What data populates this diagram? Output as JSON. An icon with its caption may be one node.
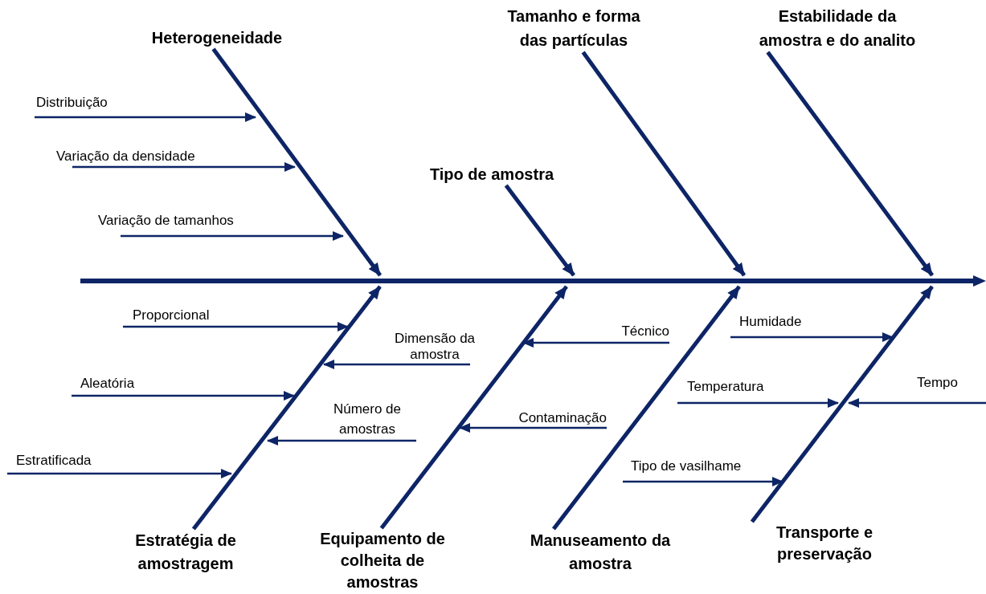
{
  "diagram": {
    "nodes": [
      {
        "text": [
          "Heterogeneidade"
        ]
      },
      {
        "text": [
          "Tamanho e forma das partículas"
        ]
      },
      {
        "text": [
          "Estabilidade da amostra e do analito"
        ]
      },
      {
        "text": [
          "Distribuição"
        ]
      },
      {
        "text": [
          "Variação da densidade"
        ]
      },
      {
        "text": [
          "Tipo de amostra"
        ]
      },
      {
        "text": [
          "Variação de tamanhos"
        ]
      },
      {
        "text": [],
        "shape": "bar"
      },
      {
        "text": [
          "Proporcional"
        ]
      },
      {
        "text": [
          "Humidade"
        ]
      },
      {
        "text": [
          "Dimensão da amostra"
        ]
      },
      {
        "text": [
          "Técnico"
        ]
      },
      {
        "text": [
          "Tempo"
        ]
      },
      {
        "text": [
          "Aleatória"
        ]
      },
      {
        "text": [
          "Temperatura"
        ]
      },
      {
        "text": [
          "Número de amostras"
        ]
      },
      {
        "text": [
          "Contaminação"
        ]
      },
      {
        "text": [
          "Estratificada"
        ]
      },
      {
        "text": [
          "Tipo de vasilhame"
        ]
      },
      {
        "text": [
          "Estratégia de amostragem"
        ]
      },
      {
        "text": [
          "Equipamento de colheita de amostras"
        ]
      },
      {
        "text": [
          "Manuseamento da amostra"
        ]
      },
      {
        "text": [
          "Transporte e preservação"
        ]
      }
    ],
    "edges": [
      {
        "from": 0,
        "to": 7,
        "arrow": "to",
        "style": "thick"
      },
      {
        "from": 5,
        "to": 7,
        "arrow": "to",
        "style": "thick"
      },
      {
        "from": 1,
        "to": 7,
        "arrow": "to",
        "style": "thick"
      },
      {
        "from": 2,
        "to": 7,
        "arrow": "to",
        "style": "thick"
      },
      {
        "from": 19,
        "to": 7,
        "arrow": "to",
        "style": "thick"
      },
      {
        "from": 20,
        "to": 7,
        "arrow": "to",
        "style": "thick"
      },
      {
        "from": 21,
        "to": 7,
        "arrow": "to",
        "style": "thick"
      },
      {
        "from": 22,
        "to": 7,
        "arrow": "to",
        "style": "thick"
      },
      {
        "from": 3,
        "to": null,
        "arrow": "to"
      },
      {
        "from": 4,
        "to": null,
        "arrow": "to"
      },
      {
        "from": 6,
        "to": null,
        "arrow": "to"
      },
      {
        "from": 8,
        "to": null,
        "arrow": "to"
      },
      {
        "from": 13,
        "to": null,
        "arrow": "to"
      },
      {
        "from": 17,
        "to": null,
        "arrow": "to"
      },
      {
        "from": 10,
        "to": null,
        "arrow": "to"
      },
      {
        "from": 15,
        "to": null,
        "arrow": "to"
      },
      {
        "from": 11,
        "to": null,
        "arrow": "to"
      },
      {
        "from": 16,
        "to": null,
        "arrow": "to"
      },
      {
        "from": 9,
        "to": null,
        "arrow": "to"
      },
      {
        "from": 14,
        "to": null,
        "arrow": "to"
      },
      {
        "from": 12,
        "to": null,
        "arrow": "to"
      },
      {
        "from": 18,
        "to": null,
        "arrow": "to"
      }
    ]
  }
}
